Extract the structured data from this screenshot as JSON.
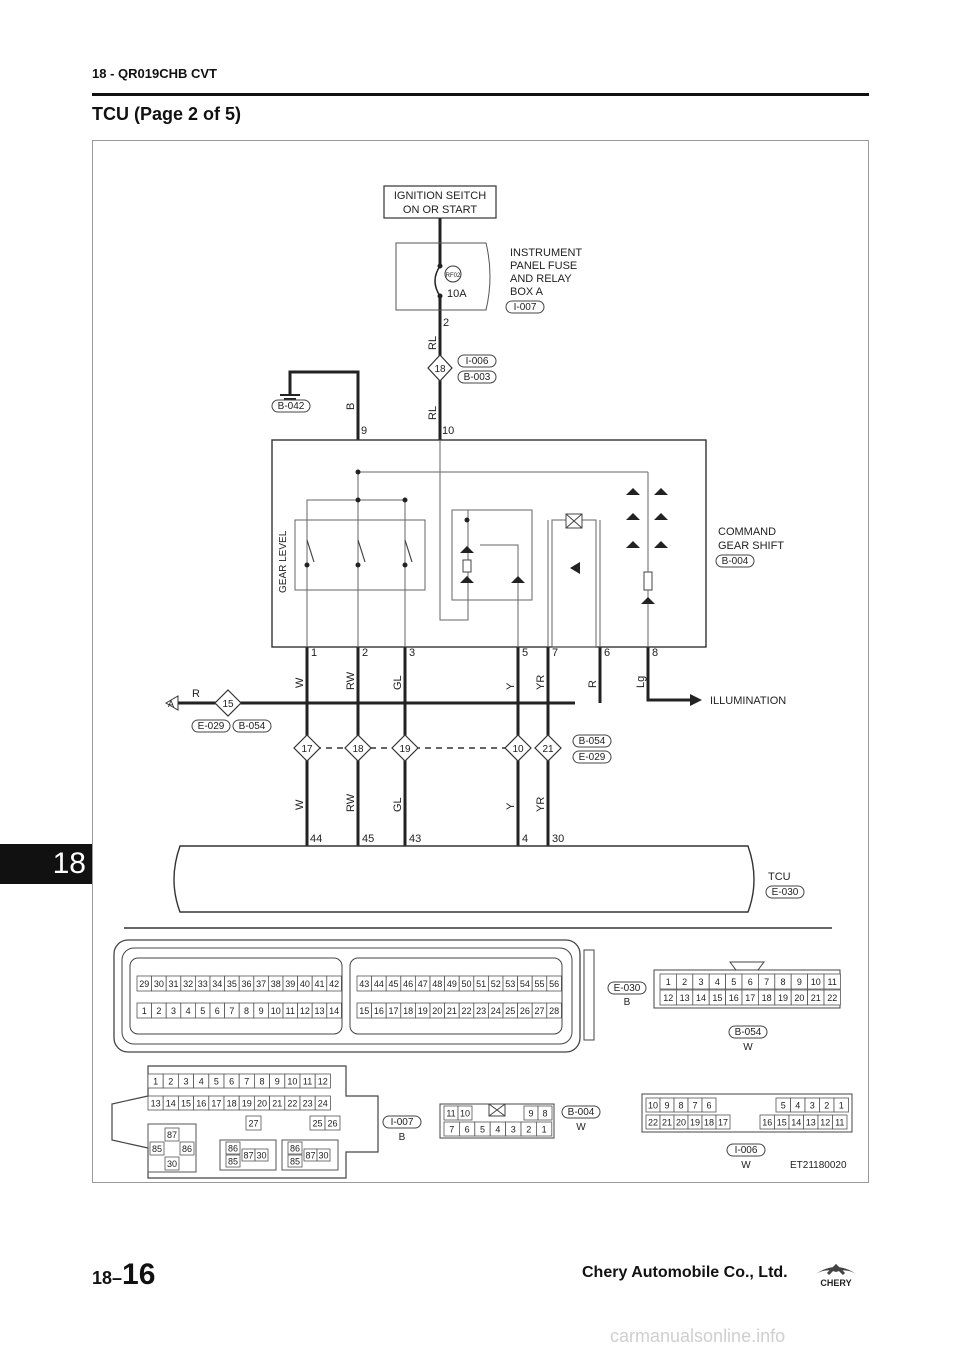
{
  "header": {
    "section": "18 - QR019CHB CVT",
    "title": "TCU (Page 2 of 5)"
  },
  "side_tab": "18",
  "footer": {
    "page_prefix": "18–",
    "page_number": "16",
    "company": "Chery Automobile Co., Ltd.",
    "logo_text": "CHERY",
    "watermark": "carmanualsonline.info"
  },
  "diagram": {
    "ignition_line1": "IGNITION SEITCH",
    "ignition_line2": "ON OR START",
    "fuse_box_lines": [
      "INSTRUMENT",
      "PANEL FUSE",
      "AND RELAY",
      "BOX  A"
    ],
    "fuse_label": "RF02",
    "fuse_rating": "10A",
    "fuse_box_conn": "I-007",
    "fuse_pin": "2",
    "wire_rl": "RL",
    "splice_top_num": "18",
    "splice_top_conn1": "I-006",
    "splice_top_conn2": "B-003",
    "ground_conn": "B-042",
    "wire_b": "B",
    "pin_9": "9",
    "pin_10": "10",
    "gear_level": "GEAR LEVEL",
    "command_line1": "COMMAND",
    "command_line2": "GEAR SHIFT",
    "command_conn": "B-004",
    "shifter_pins": [
      "1",
      "2",
      "3",
      "5",
      "7",
      "6",
      "8"
    ],
    "shifter_wires": [
      "W",
      "RW",
      "GL",
      "Y",
      "YR",
      "R",
      "Lg"
    ],
    "arrow_a": "A",
    "wire_r": "R",
    "joint_15": "15",
    "joint_15_conns": [
      "E-029",
      "B-054"
    ],
    "illumination": "ILLUMINATION",
    "inline_pins": [
      "17",
      "18",
      "19",
      "10",
      "21"
    ],
    "inline_conns": [
      "B-054",
      "E-029"
    ],
    "tcu_wires": [
      "W",
      "RW",
      "GL",
      "Y",
      "YR"
    ],
    "tcu_pins": [
      "44",
      "45",
      "43",
      "4",
      "30"
    ],
    "tcu_label": "TCU",
    "tcu_conn": "E-030",
    "e030_name": "E-030",
    "e030_color": "B",
    "b054_name": "B-054",
    "b054_color": "W",
    "i007_name": "I-007",
    "i007_color": "B",
    "b004_name": "B-004",
    "b004_color": "W",
    "i006_name": "I-006",
    "i006_color": "W",
    "relay_labels": [
      "87",
      "85",
      "86",
      "30"
    ],
    "relay_small_labels": [
      "86",
      "85",
      "87",
      "30"
    ],
    "i007_extra": [
      "27",
      "25",
      "26"
    ],
    "figure_id": "ET21180020"
  }
}
